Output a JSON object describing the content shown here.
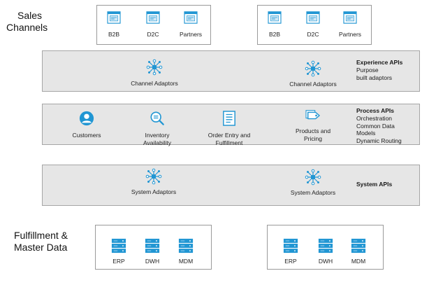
{
  "labels": {
    "sales_channels": [
      "Sales",
      "Channels"
    ],
    "fulfillment": [
      "Fulfillment &",
      "Master Data"
    ]
  },
  "channels": {
    "left": [
      "B2B",
      "D2C",
      "Partners"
    ],
    "right": [
      "B2B",
      "D2C",
      "Partners"
    ]
  },
  "experience": {
    "title": "Experience APIs",
    "lines": [
      "Purpose",
      "built adaptors"
    ],
    "items": [
      "Channel Adaptors",
      "Channel Adaptors"
    ]
  },
  "process": {
    "title": "Process APIs",
    "lines": [
      "Orchestration",
      "Common Data",
      "Models",
      "Dynamic Routing"
    ],
    "items": [
      {
        "icon": "customer-icon",
        "lines": [
          "Customers"
        ]
      },
      {
        "icon": "inventory-search-icon",
        "lines": [
          "Inventory",
          "Availability"
        ]
      },
      {
        "icon": "document-list-icon",
        "lines": [
          "Order Entry and",
          "Fulfillment"
        ]
      },
      {
        "icon": "price-tag-icon",
        "lines": [
          "Products and",
          "Pricing"
        ]
      }
    ]
  },
  "system": {
    "title": "System APIs",
    "items": [
      "System Adaptors",
      "System Adaptors"
    ]
  },
  "datastores": {
    "left": [
      "ERP",
      "DWH",
      "MDM"
    ],
    "right": [
      "ERP",
      "DWH",
      "MDM"
    ]
  },
  "colors": {
    "accent": "#2196d3",
    "band_fill": "#e6e6e6",
    "band_border": "#a6a6a6"
  }
}
